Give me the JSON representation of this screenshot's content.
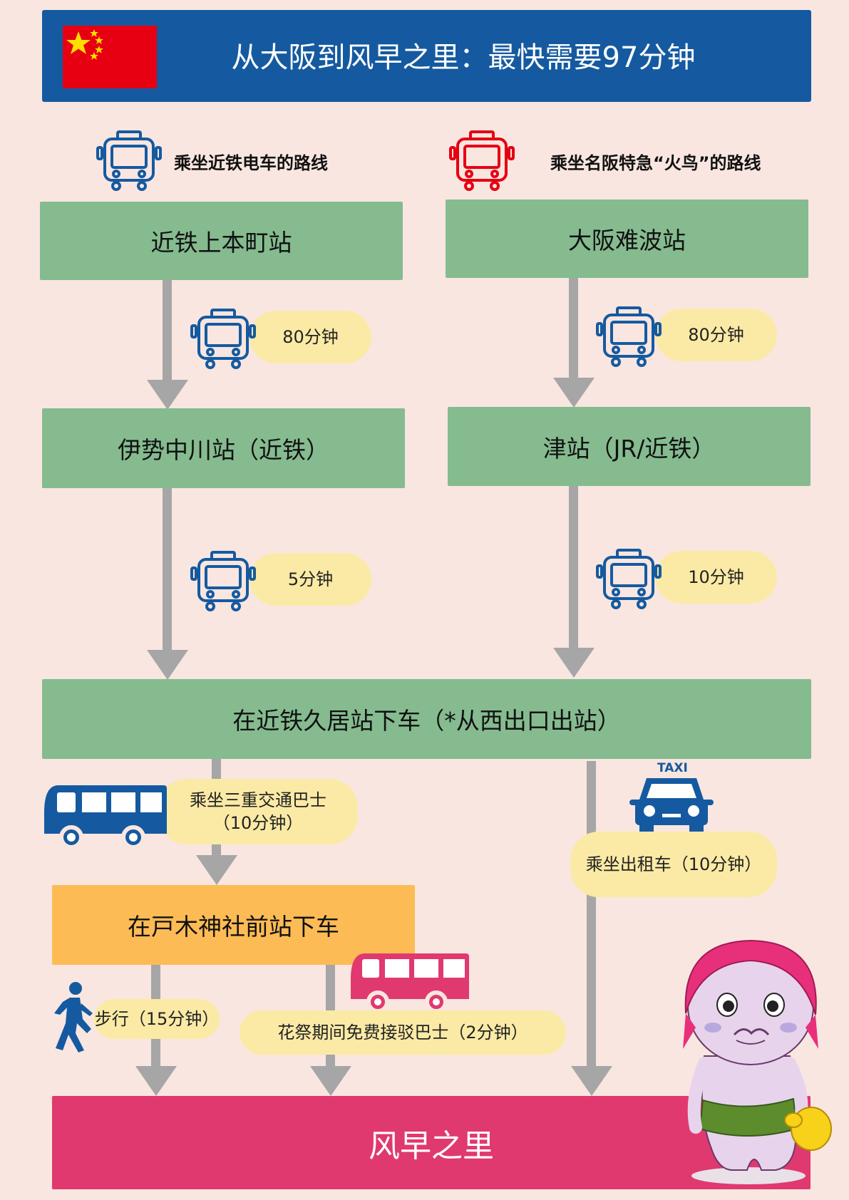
{
  "header": {
    "title": "从大阪到风早之里：最快需要97分钟"
  },
  "routes": {
    "left_label": "乘坐近铁电车的路线",
    "right_label": "乘坐名阪特急“火鸟”的路线"
  },
  "stations": {
    "kintetsu_uehommachi": "近铁上本町站",
    "osaka_namba": "大阪难波站",
    "ise_nakagawa": "伊势中川站（近铁）",
    "tsu": "津站（JR/近铁）",
    "hisai": "在近铁久居站下车（*从西出口出站）",
    "tokojinja_mae": "在戸木神社前站下车",
    "destination": "风早之里"
  },
  "durations": {
    "left_leg1": "80分钟",
    "right_leg1": "80分钟",
    "left_leg2": "5分钟",
    "right_leg2": "10分钟"
  },
  "transfers": {
    "mie_bus_line1": "乘坐三重交通巴士",
    "mie_bus_line2": "（10分钟）",
    "taxi": "乘坐出租车（10分钟）",
    "taxi_sign": "TAXI",
    "walk": "步行（15分钟）",
    "shuttle": "花祭期间免费接驳巴士（2分钟）"
  },
  "colors": {
    "header_blue": "#155aa0",
    "station_green": "#85bb8f",
    "transfer_orange": "#fdbb55",
    "destination_pink": "#e0396f",
    "pill_yellow": "#fbeaa5",
    "arrow_gray": "#a6a6a6",
    "icon_blue": "#155aa0",
    "icon_red": "#e60012"
  }
}
